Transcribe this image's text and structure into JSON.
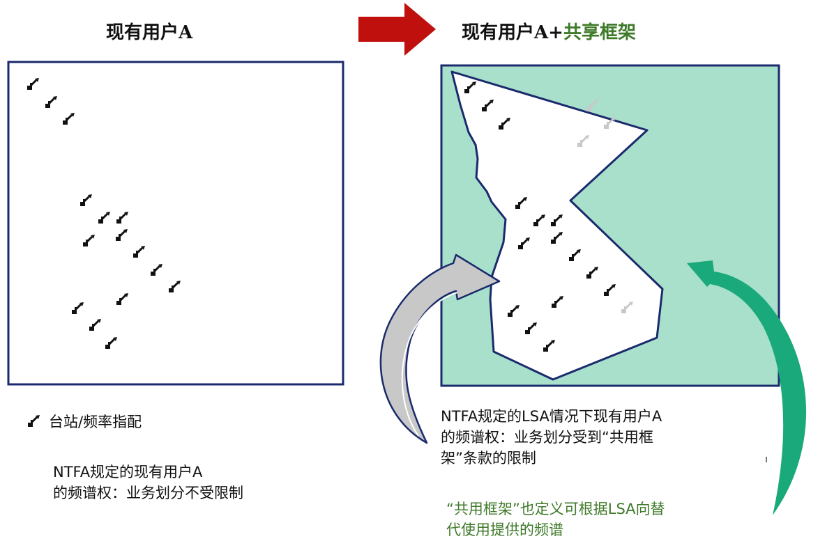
{
  "left_panel": {
    "title": "现有用户A"
  },
  "right_panel": {
    "title_main": "现有用户A+",
    "title_highlight": "共享框架"
  },
  "legend": {
    "icon": "station-icon",
    "label": "台站/频率指配"
  },
  "notes": {
    "left_line1": "NTFA规定的现有用户A",
    "left_line2": "的频谱权：业务划分不受限制",
    "right_line1": "NTFA规定的LSA情况下现有用户A",
    "right_line2": "的频谱权：业务划分受到“共用框",
    "right_line3": "架”条款的限制",
    "green_line1": "“共用框架”也定义可根据LSA向替",
    "green_line2": "代使用提供的频谱"
  },
  "colors": {
    "panel_border": "#1a2a6c",
    "shared_fill": "#a8e0cc",
    "big_arrow": "#c0100e",
    "green_arrow": "#1aa97a",
    "blue_arrow_outline": "#1a2a6c",
    "blue_arrow_fill": "#c8c8c8",
    "station_active": "#111111",
    "station_inactive": "#c8c8c8",
    "highlight_text": "#3f7a2a"
  }
}
